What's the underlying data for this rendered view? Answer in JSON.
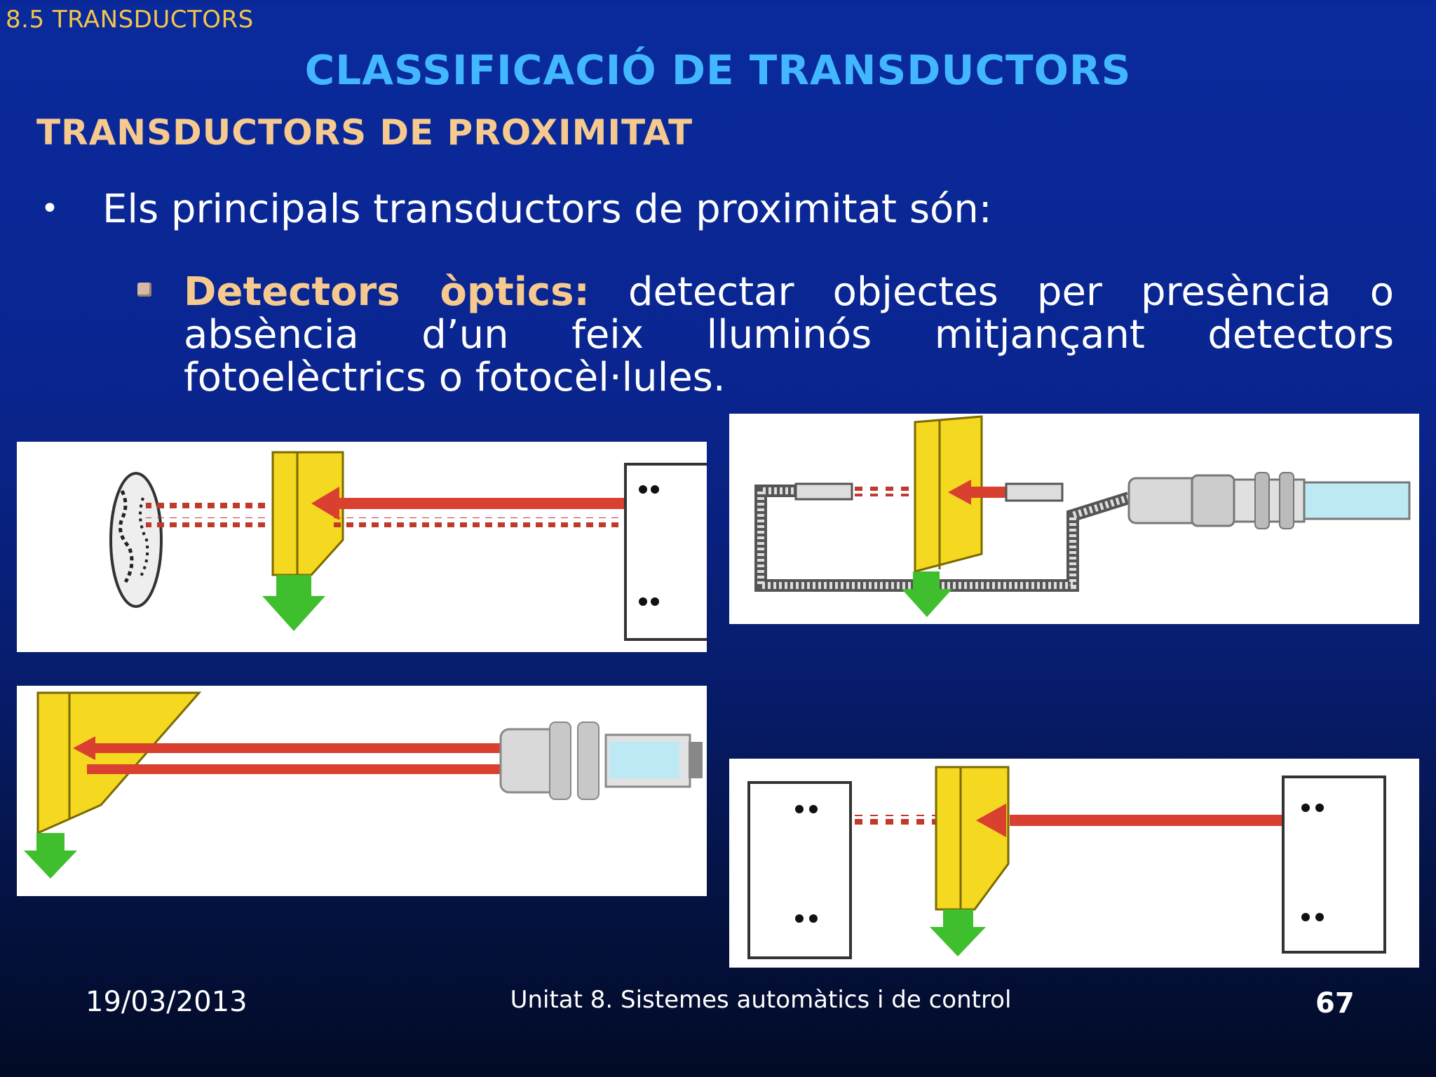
{
  "header": {
    "section": "8.5 TRANSDUCTORS",
    "title": "CLASSIFICACIÓ DE TRANSDUCTORS",
    "subtitle": "TRANSDUCTORS DE PROXIMITAT"
  },
  "content": {
    "bullet_marker": "•",
    "bullet_text": "Els principals transductors de proximitat són:",
    "sub_label": "Detectors òptics:",
    "sub_text": " detectar objectes per presència o absència d’un feix lluminós mitjançant detectors fotoelèctrics o fotocèl·lules."
  },
  "diagrams": [
    {
      "name": "reflector-barrier",
      "icon": "reflector-emitter-diagram"
    },
    {
      "name": "fiber-optic-sensor",
      "icon": "fiber-optic-diagram"
    },
    {
      "name": "diffuse-reflection-sensor",
      "icon": "diffuse-reflection-diagram"
    },
    {
      "name": "emitter-receiver-barrier",
      "icon": "through-beam-diagram"
    }
  ],
  "colors": {
    "title": "#42b7ff",
    "subtitle": "#f6c98f",
    "section": "#f3c54a",
    "beam": "#d9402f",
    "object": "#f5d820",
    "signal_arrow": "#3fbf2e"
  },
  "footer": {
    "date": "19/03/2013",
    "unit": "Unitat 8. Sistemes automàtics i de control",
    "page": "67"
  }
}
